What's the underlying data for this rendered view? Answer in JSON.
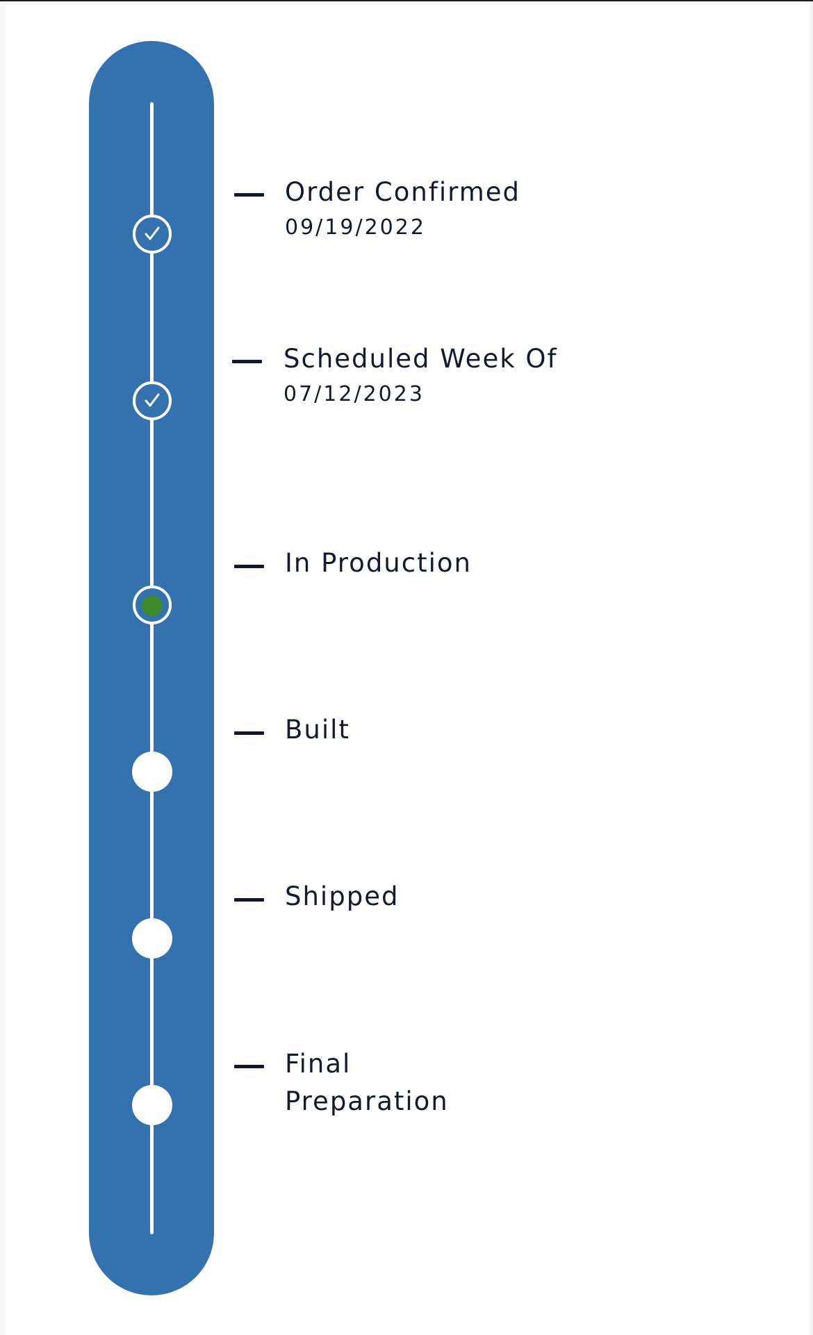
{
  "colors": {
    "track": "#3372ae",
    "current_dot": "#3f8a2e",
    "text": "#111a2e"
  },
  "steps": [
    {
      "label": "Order Confirmed",
      "date": "09/19/2022",
      "status": "complete",
      "icon": "check-icon"
    },
    {
      "label": "Scheduled Week Of",
      "date": "07/12/2023",
      "status": "complete",
      "icon": "check-icon"
    },
    {
      "label": "In Production",
      "status": "current",
      "icon": "current-dot-icon"
    },
    {
      "label": "Built",
      "status": "pending",
      "icon": "pending-circle-icon"
    },
    {
      "label": "Shipped",
      "status": "pending",
      "icon": "pending-circle-icon"
    },
    {
      "label": "Final Preparation",
      "status": "pending",
      "icon": "pending-circle-icon"
    }
  ]
}
